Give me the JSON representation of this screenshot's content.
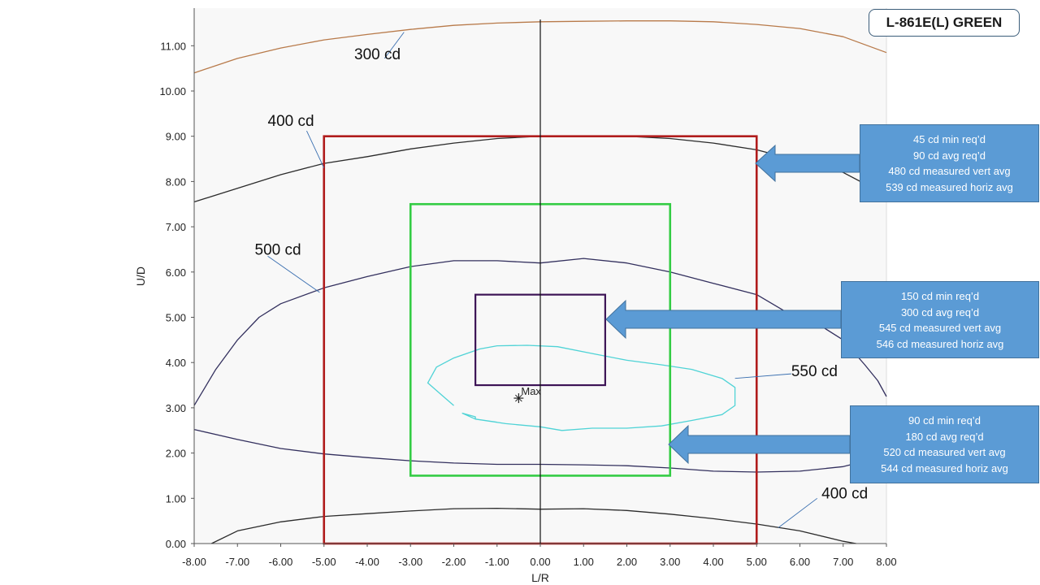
{
  "title": "L-861E(L) GREEN",
  "chart_data": {
    "type": "contour",
    "xlabel": "L/R",
    "ylabel": "U/D",
    "xlim": [
      -8,
      8
    ],
    "ylim": [
      0,
      11.8
    ],
    "x_ticks": [
      "-8.00",
      "-7.00",
      "-6.00",
      "-5.00",
      "-4.00",
      "-3.00",
      "-2.00",
      "-1.00",
      "0.00",
      "1.00",
      "2.00",
      "3.00",
      "4.00",
      "5.00",
      "6.00",
      "7.00",
      "8.00"
    ],
    "y_ticks": [
      "0.00",
      "1.00",
      "2.00",
      "3.00",
      "4.00",
      "5.00",
      "6.00",
      "7.00",
      "8.00",
      "9.00",
      "10.00",
      "11.00"
    ],
    "colors": {
      "c300": "#b87a4a",
      "c400": "#2b2b2b",
      "c500": "#33305e",
      "c550": "#4fd3d6",
      "red_box": "#b01c1c",
      "green_box": "#33cc44",
      "purple_box": "#3d1456",
      "callout_fill": "#5b9bd5",
      "plot_bg": "#f8f8f8"
    },
    "contours": [
      {
        "label": "300 cd",
        "color": "#b87a4a",
        "points": [
          [
            -8,
            10.4
          ],
          [
            -7,
            10.72
          ],
          [
            -6,
            10.95
          ],
          [
            -5,
            11.13
          ],
          [
            -4,
            11.25
          ],
          [
            -3,
            11.36
          ],
          [
            -2,
            11.45
          ],
          [
            -1,
            11.5
          ],
          [
            0,
            11.53
          ],
          [
            1,
            11.54
          ],
          [
            2,
            11.55
          ],
          [
            3,
            11.55
          ],
          [
            4,
            11.53
          ],
          [
            5,
            11.47
          ],
          [
            6,
            11.38
          ],
          [
            7,
            11.2
          ],
          [
            8,
            10.85
          ]
        ]
      },
      {
        "label": "400 cd",
        "color": "#2b2b2b",
        "points": [
          [
            -8,
            7.55
          ],
          [
            -7,
            7.85
          ],
          [
            -6,
            8.15
          ],
          [
            -5,
            8.4
          ],
          [
            -4,
            8.55
          ],
          [
            -3,
            8.72
          ],
          [
            -2,
            8.85
          ],
          [
            -1,
            8.95
          ],
          [
            0,
            9.0
          ],
          [
            1,
            9.0
          ],
          [
            2,
            9.0
          ],
          [
            3,
            8.95
          ],
          [
            4,
            8.85
          ],
          [
            5,
            8.7
          ],
          [
            6,
            8.45
          ],
          [
            7,
            8.2
          ],
          [
            7.6,
            7.9
          ]
        ]
      },
      {
        "label": "500 cd",
        "color": "#33305e",
        "points": [
          [
            -8,
            3.05
          ],
          [
            -7.5,
            3.85
          ],
          [
            -7,
            4.5
          ],
          [
            -6.5,
            5.0
          ],
          [
            -6,
            5.3
          ],
          [
            -5,
            5.65
          ],
          [
            -4,
            5.9
          ],
          [
            -3,
            6.12
          ],
          [
            -2,
            6.25
          ],
          [
            -1,
            6.25
          ],
          [
            0,
            6.2
          ],
          [
            1,
            6.3
          ],
          [
            2,
            6.2
          ],
          [
            3,
            6.0
          ],
          [
            4,
            5.75
          ],
          [
            5,
            5.5
          ],
          [
            5.8,
            5.05
          ],
          [
            6.5,
            4.8
          ],
          [
            7,
            4.5
          ],
          [
            7.5,
            3.95
          ],
          [
            7.8,
            3.6
          ],
          [
            8,
            3.25
          ]
        ]
      },
      {
        "label": "",
        "color": "#33305e",
        "points": [
          [
            -8,
            2.52
          ],
          [
            -7,
            2.3
          ],
          [
            -6,
            2.1
          ],
          [
            -5,
            1.98
          ],
          [
            -4,
            1.9
          ],
          [
            -3,
            1.83
          ],
          [
            -2,
            1.78
          ],
          [
            -1,
            1.75
          ],
          [
            0,
            1.75
          ],
          [
            1,
            1.74
          ],
          [
            2,
            1.72
          ],
          [
            3,
            1.67
          ],
          [
            4,
            1.6
          ],
          [
            5,
            1.58
          ],
          [
            6,
            1.6
          ],
          [
            7,
            1.7
          ],
          [
            7.5,
            1.82
          ]
        ]
      },
      {
        "label": "",
        "color": "#2b2b2b",
        "points": [
          [
            -7.6,
            0.0
          ],
          [
            -7,
            0.28
          ],
          [
            -6,
            0.48
          ],
          [
            -5,
            0.6
          ],
          [
            -4,
            0.66
          ],
          [
            -3,
            0.72
          ],
          [
            -2,
            0.77
          ],
          [
            -1,
            0.78
          ],
          [
            0,
            0.76
          ],
          [
            1,
            0.77
          ],
          [
            2,
            0.73
          ],
          [
            3,
            0.65
          ],
          [
            4,
            0.55
          ],
          [
            5,
            0.43
          ],
          [
            6,
            0.28
          ],
          [
            7,
            0.05
          ],
          [
            7.3,
            0.0
          ]
        ]
      },
      {
        "label": "550 cd",
        "color": "#4fd3d6",
        "closed": true,
        "points": [
          [
            -2.0,
            3.05
          ],
          [
            -2.3,
            3.3
          ],
          [
            -2.6,
            3.55
          ],
          [
            -2.4,
            3.9
          ],
          [
            -2.0,
            4.1
          ],
          [
            -1.4,
            4.3
          ],
          [
            -1.0,
            4.37
          ],
          [
            -0.3,
            4.38
          ],
          [
            0.4,
            4.35
          ],
          [
            1.2,
            4.2
          ],
          [
            2.0,
            4.05
          ],
          [
            2.8,
            3.95
          ],
          [
            3.5,
            3.85
          ],
          [
            4.2,
            3.65
          ],
          [
            4.5,
            3.45
          ],
          [
            4.5,
            3.05
          ],
          [
            4.2,
            2.85
          ],
          [
            3.5,
            2.72
          ],
          [
            2.8,
            2.6
          ],
          [
            2.0,
            2.55
          ],
          [
            1.2,
            2.55
          ],
          [
            0.5,
            2.5
          ],
          [
            0.0,
            2.58
          ],
          [
            -0.8,
            2.65
          ],
          [
            -1.5,
            2.75
          ],
          [
            -1.5,
            2.8
          ],
          [
            -1.8,
            2.88
          ],
          [
            -1.5,
            2.75
          ],
          [
            -1.0,
            2.68
          ]
        ]
      }
    ],
    "boxes": [
      {
        "name": "red",
        "x": [
          -5,
          5
        ],
        "y": [
          0,
          9
        ],
        "color": "#b01c1c"
      },
      {
        "name": "green",
        "x": [
          -3,
          3
        ],
        "y": [
          1.5,
          7.5
        ],
        "color": "#33cc44"
      },
      {
        "name": "purple",
        "x": [
          -1.5,
          1.5
        ],
        "y": [
          3.5,
          5.5
        ],
        "color": "#3d1456"
      }
    ],
    "max_point": {
      "x": -0.5,
      "y": 3.5,
      "label": "Max"
    },
    "annotations": [
      {
        "text": "300 cd",
        "x": -4.3,
        "y": 10.7
      },
      {
        "text": "400 cd",
        "x": -6.3,
        "y": 9.23
      },
      {
        "text": "500 cd",
        "x": -6.6,
        "y": 6.38
      },
      {
        "text": "550 cd",
        "x": 5.8,
        "y": 3.7
      },
      {
        "text": "400 cd",
        "x": 6.5,
        "y": 1.0
      }
    ]
  },
  "callouts": [
    {
      "id": "red",
      "lines": [
        "45 cd min req’d",
        "90 cd avg req’d",
        "480 cd measured vert avg",
        "539 cd measured horiz avg"
      ]
    },
    {
      "id": "purple",
      "lines": [
        "150 cd min req’d",
        "300 cd avg req’d",
        "545 cd measured vert avg",
        "546 cd measured horiz avg"
      ]
    },
    {
      "id": "green",
      "lines": [
        "90 cd min req’d",
        "180 cd avg req’d",
        "520 cd measured vert avg",
        "544 cd measured horiz avg"
      ]
    }
  ]
}
